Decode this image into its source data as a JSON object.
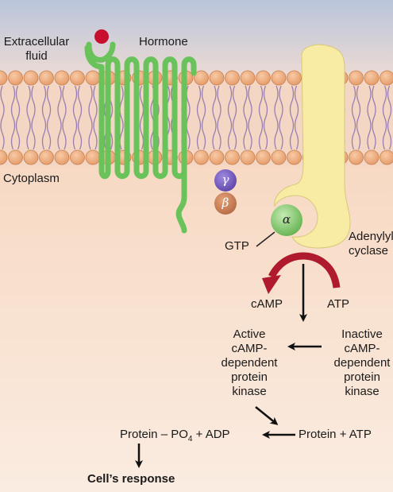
{
  "labels": {
    "extracellular_fluid": "Extracellular\nfluid",
    "hormone": "Hormone",
    "cytoplasm": "Cytoplasm",
    "gtp": "GTP",
    "adenylyl_cyclase": "Adenylyl\ncyclase",
    "camp": "cAMP",
    "atp": "ATP",
    "active_kinase": "Active\ncAMP-\ndependent\nprotein\nkinase",
    "inactive_kinase": "Inactive\ncAMP-\ndependent\nprotein\nkinase",
    "protein_atp": "Protein + ATP",
    "protein_po4_left": "Protein – PO",
    "protein_po4_sub": "4",
    "protein_po4_right": " + ADP",
    "cells_response": "Cell’s response"
  },
  "subunits": {
    "gamma": "γ",
    "beta": "β",
    "alpha": "α"
  },
  "colors": {
    "extracellular_top": "#b9c4da",
    "extracellular_bottom": "#f1ddd0",
    "cytoplasm_top": "#f7ddc8",
    "cytoplasm_bottom": "#f9e9dc",
    "lipid_head": "#f0b287",
    "lipid_head_edge": "#c7804f",
    "lipid_tail": "#9a7fae",
    "receptor": "#69c25a",
    "hormone": "#c8102e",
    "gamma": "#7e62c4",
    "beta": "#cc8058",
    "alpha": "#8fd27a",
    "adenylyl_cyclase": "#f8eca4",
    "arrow_red": "#b01a2e"
  }
}
